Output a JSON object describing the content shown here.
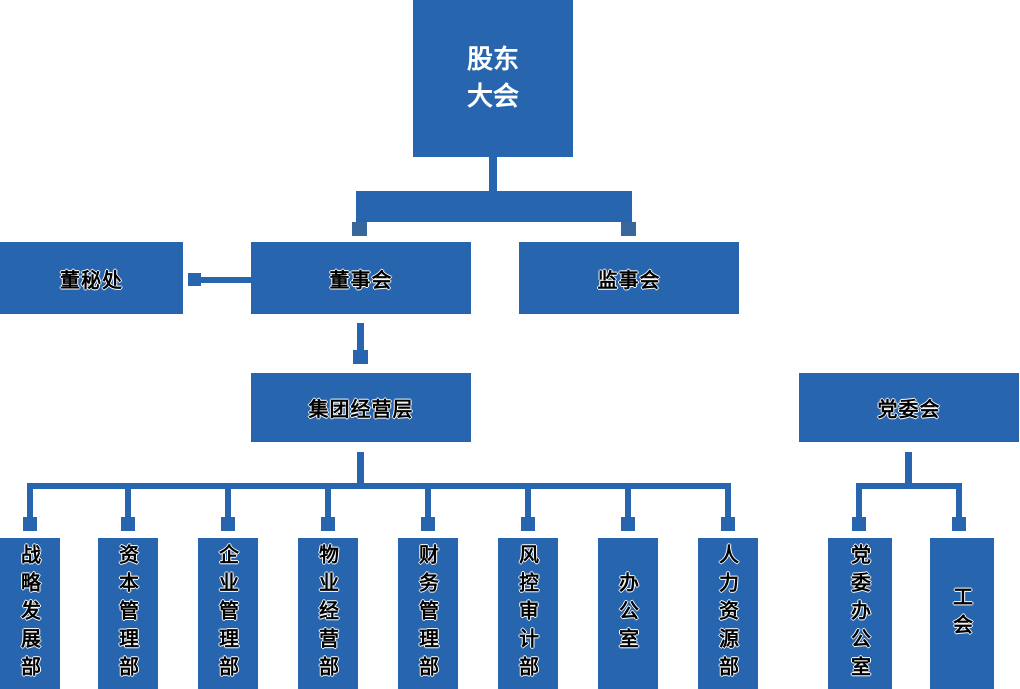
{
  "colors": {
    "primary_blue": "#2766AE",
    "dark_connector_square": "#38689B",
    "root_text": "#FFFFFF",
    "label_text": "#000000",
    "label_outline": "#FFFFFF",
    "background": "#FFFFFF"
  },
  "org_chart": {
    "root": {
      "label": "股东大会"
    },
    "level2": [
      {
        "id": "board-secretary-office",
        "label": "董秘处"
      },
      {
        "id": "board-of-directors",
        "label": "董事会"
      },
      {
        "id": "supervisory-board",
        "label": "监事会"
      }
    ],
    "level3": [
      {
        "id": "group-management",
        "label": "集团经营层"
      },
      {
        "id": "party-committee",
        "label": "党委会"
      }
    ],
    "departments": [
      {
        "label": "战略发展部"
      },
      {
        "label": "资本管理部"
      },
      {
        "label": "企业管理部"
      },
      {
        "label": "物业经营部"
      },
      {
        "label": "财务管理部"
      },
      {
        "label": "风控审计部"
      },
      {
        "label": "办公室"
      },
      {
        "label": "人力资源部"
      }
    ],
    "party_departments": [
      {
        "label": "党委办公室"
      },
      {
        "label": "工会"
      }
    ]
  }
}
